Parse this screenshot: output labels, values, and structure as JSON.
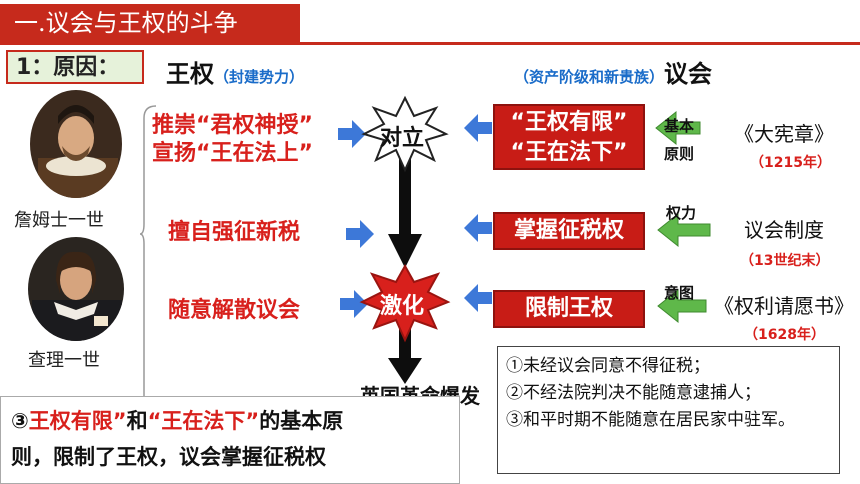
{
  "title": "一.议会与王权的斗争",
  "cause_label": "1：原因：",
  "left_header": {
    "main": "王权",
    "sub": "（封建势力）"
  },
  "right_header": {
    "sub": "（资产阶级和新贵族）",
    "main": "议会"
  },
  "kings": [
    {
      "name": "詹姆士一世"
    },
    {
      "name": "查理一世"
    }
  ],
  "king_actions": [
    {
      "line1": "推崇“君权神授”",
      "line2": "宣扬“王在法上”"
    },
    {
      "line1": "擅自强征新税"
    },
    {
      "line1": "随意解散议会"
    }
  ],
  "center": {
    "conflict": "对立",
    "intensify": "激化",
    "hidden_text": "英国革命爆发"
  },
  "parliament_claims": [
    {
      "line1": "“王权有限”",
      "line2": "“王在法下”"
    },
    {
      "line1": "掌握征税权"
    },
    {
      "line1": "限制王权"
    }
  ],
  "relation_labels": [
    {
      "line1": "基本",
      "line2": "原则"
    },
    {
      "line1": "权力"
    },
    {
      "line1": "意图"
    }
  ],
  "documents": [
    {
      "name": "《大宪章》",
      "year": "（1215年）"
    },
    {
      "name": "议会制度",
      "year": "（13世纪末）"
    },
    {
      "name": "《权利请愿书》",
      "year": "（1628年）"
    }
  ],
  "notes": [
    "①未经议会同意不得征税；",
    "②不经法院判决不能随意逮捕人；",
    "③和平时期不能随意在居民家中驻军。"
  ],
  "summary": {
    "prefix": "③",
    "red1": "王权有限”",
    "mid": "和",
    "red2": "“王在法下”",
    "suffix": "的基本原",
    "line2": "则，限制了王权，议会掌握征税权"
  },
  "colors": {
    "accent_red": "#c62a1c",
    "arrow_blue": "#3d78d8",
    "arrow_green": "#5fb84a"
  }
}
